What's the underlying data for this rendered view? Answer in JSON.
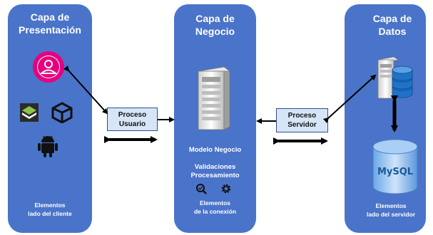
{
  "panels": {
    "presentation": {
      "title_line1": "Capa de",
      "title_line2": "Presentación",
      "note_line1": "Elementos",
      "note_line2": "lado del cliente"
    },
    "business": {
      "title_line1": "Capa de",
      "title_line2": "Negocio",
      "model": "Modelo Negocio",
      "validations": "Validaciones",
      "processing": "Procesamiento",
      "note_line1": "Elementos",
      "note_line2": "de la conexión"
    },
    "data": {
      "title_line1": "Capa de",
      "title_line2": "Datos",
      "note_line1": "Elementos",
      "note_line2": "lado del servidor",
      "db_logo": "MySQL"
    }
  },
  "processes": {
    "user": {
      "line1": "Proceso",
      "line2": "Usuario"
    },
    "server": {
      "line1": "Proceso",
      "line2": "Servidor"
    }
  },
  "icons": [
    "user-icon",
    "sdk-cube-icon",
    "unity-icon",
    "android-icon",
    "server-icon",
    "search-icon",
    "gear-icon",
    "database-icon"
  ],
  "colors": {
    "panel": "#4a74c9",
    "process_box": "#d6e6f7",
    "user_ring": "#e6007e"
  }
}
